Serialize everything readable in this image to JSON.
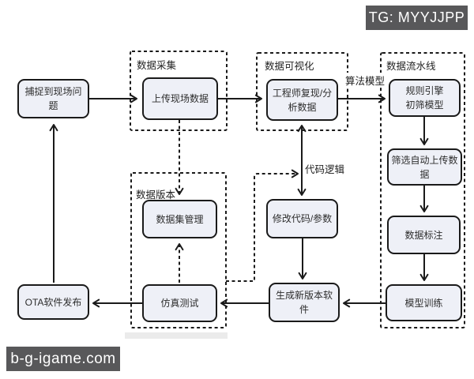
{
  "diagram": {
    "type": "flowchart",
    "nodes": {
      "capture": {
        "label": "捕捉到现场问题"
      },
      "upload": {
        "label": "上传现场数据"
      },
      "engineer": {
        "label": "工程师复现/分\n析数据"
      },
      "rule_engine": {
        "label": "规则引擎\n初筛模型"
      },
      "filter_upload": {
        "label": "筛选自动上传数\n据"
      },
      "annotation": {
        "label": "数据标注"
      },
      "training": {
        "label": "模型训练"
      },
      "dataset_mgmt": {
        "label": "数据集管理"
      },
      "simulation": {
        "label": "仿真测试"
      },
      "modify_code": {
        "label": "修改代码/参数"
      },
      "build_version": {
        "label": "生成新版本软\n件"
      },
      "ota_release": {
        "label": "OTA软件发布"
      }
    },
    "containers": {
      "collect": {
        "label": "数据采集"
      },
      "visualize": {
        "label": "数据可视化"
      },
      "pipeline": {
        "label": "数据流水线"
      },
      "version": {
        "label": "数据版本"
      }
    },
    "edge_labels": {
      "algorithm_model": "算法模型",
      "code_logic": "代码逻辑"
    }
  },
  "watermarks": {
    "top_right": "TG: MYYJJPP",
    "bottom_left": "b-g-igame.com"
  },
  "colors": {
    "node_fill": "#eef0f7",
    "line": "#1a1a1a",
    "watermark_bg": "#58585a",
    "watermark_text": "#ffffff",
    "background": "#ffffff"
  }
}
